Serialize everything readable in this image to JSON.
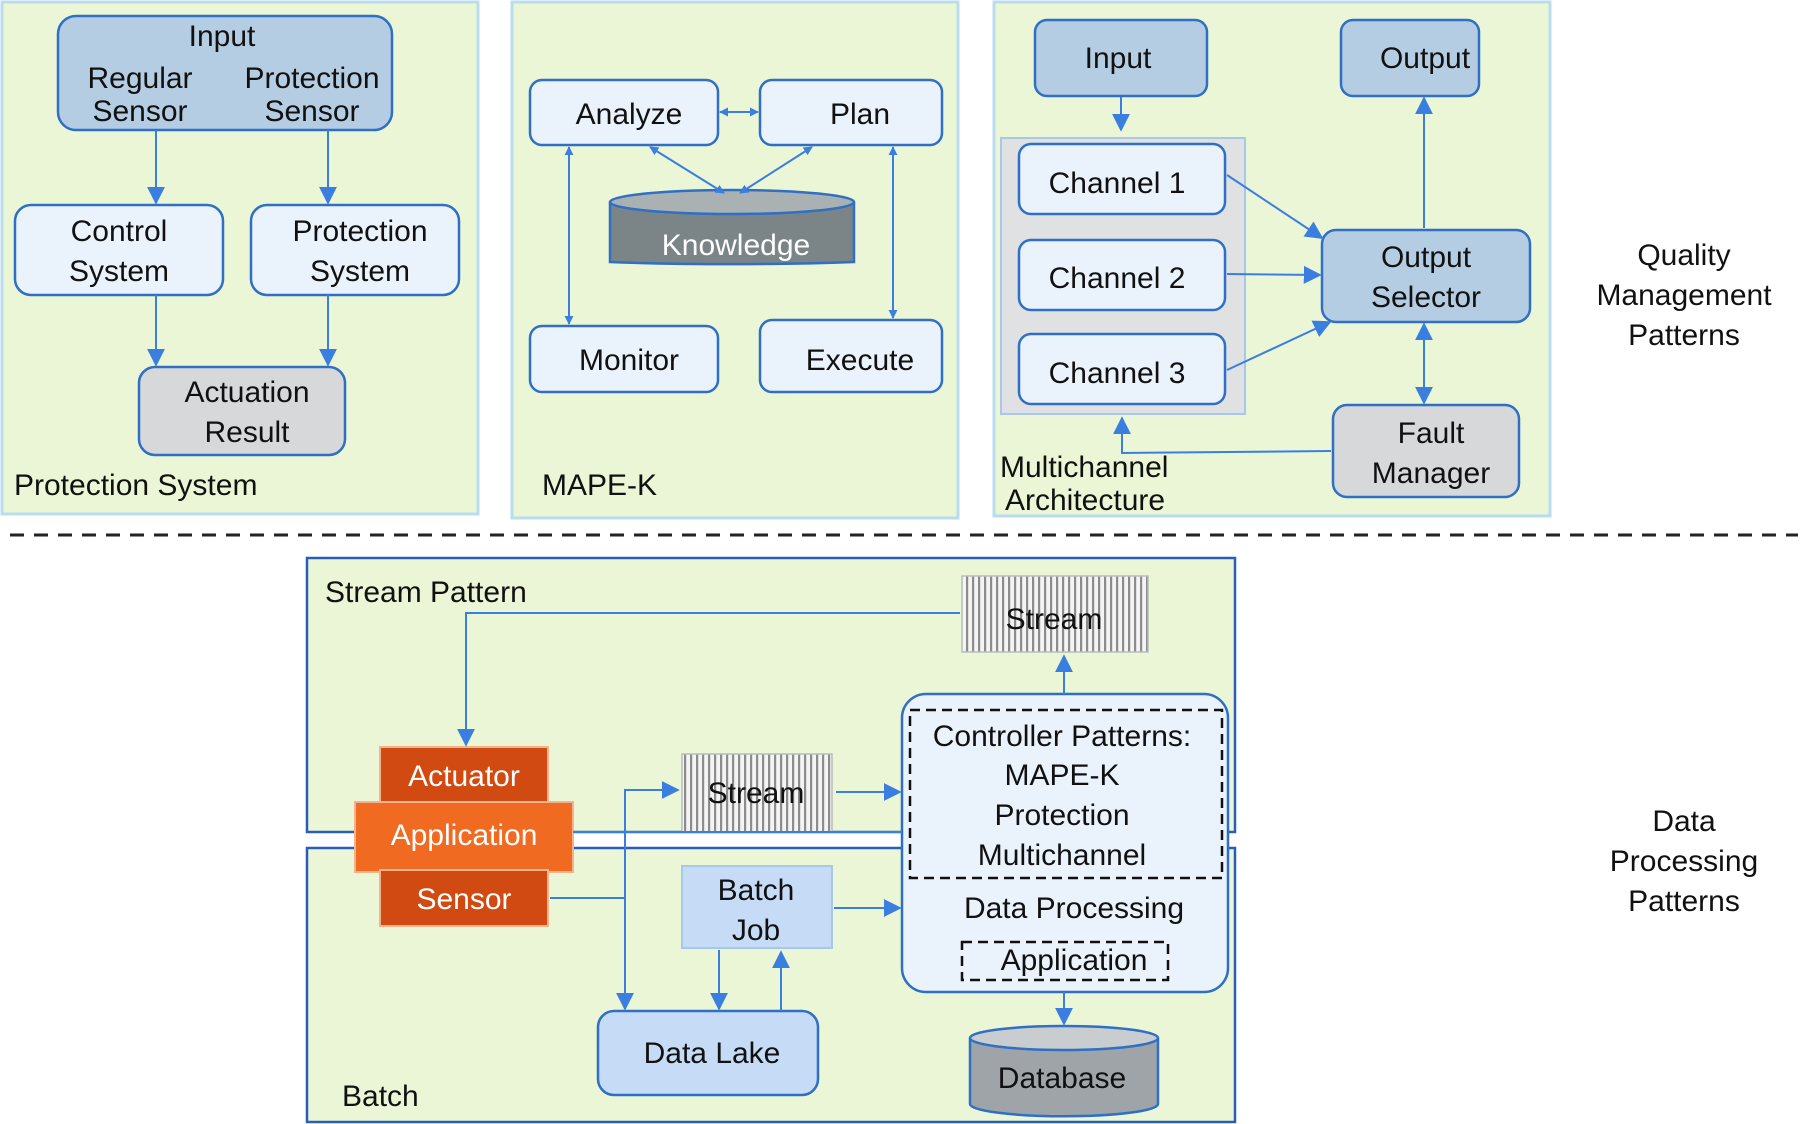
{
  "colors": {
    "panel_fill": "#eaf6d6",
    "panel_border": "#b9dcef",
    "box_fill": "#eaf2fc",
    "box_dark_fill": "#b5cde2",
    "box_stroke": "#2f6fc4",
    "arrow": "#3a7ee0",
    "grey_fill": "#d6d8da",
    "knowledge_fill": "#7b8587",
    "orange_dark": "#d04a12",
    "orange_light": "#f06a22",
    "lake_fill": "#c6dcf6",
    "batch_fill": "#c6dcf6",
    "database_fill": "#9ea4a8",
    "bottom_border": "#2a5db8"
  },
  "protection": {
    "input_title": "Input",
    "regular_line1": "Regular",
    "regular_line2": "Sensor",
    "protsensor_line1": "Protection",
    "protsensor_line2": "Sensor",
    "control_line1": "Control",
    "control_line2": "System",
    "protsys_line1": "Protection",
    "protsys_line2": "System",
    "actuation_line1": "Actuation",
    "actuation_line2": "Result",
    "caption": "Protection System"
  },
  "mapek": {
    "analyze": "Analyze",
    "plan": "Plan",
    "knowledge": "Knowledge",
    "monitor": "Monitor",
    "execute": "Execute",
    "caption": "MAPE-K"
  },
  "multichannel": {
    "input": "Input",
    "output": "Output",
    "channel1": "Channel 1",
    "channel2": "Channel 2",
    "channel3": "Channel 3",
    "selector_line1": "Output",
    "selector_line2": "Selector",
    "fault_line1": "Fault",
    "fault_line2": "Manager",
    "caption_line1": "Multichannel",
    "caption_line2": "Architecture"
  },
  "quality_label": {
    "line1": "Quality",
    "line2": "Management",
    "line3": "Patterns"
  },
  "data_label": {
    "line1": "Data",
    "line2": "Processing",
    "line3": "Patterns"
  },
  "dataproc": {
    "stream_pattern": "Stream Pattern",
    "stream_top": "Stream",
    "stream_mid": "Stream",
    "actuator": "Actuator",
    "application": "Application",
    "sensor": "Sensor",
    "controller_line1": "Controller Patterns:",
    "controller_line2": "MAPE-K",
    "controller_line3": "Protection",
    "controller_line4": "Multichannel",
    "data_processing": "Data Processing",
    "application_inner": "Application",
    "batch_line1": "Batch",
    "batch_line2": "Job",
    "data_lake": "Data Lake",
    "database": "Database",
    "batch_caption": "Batch"
  }
}
